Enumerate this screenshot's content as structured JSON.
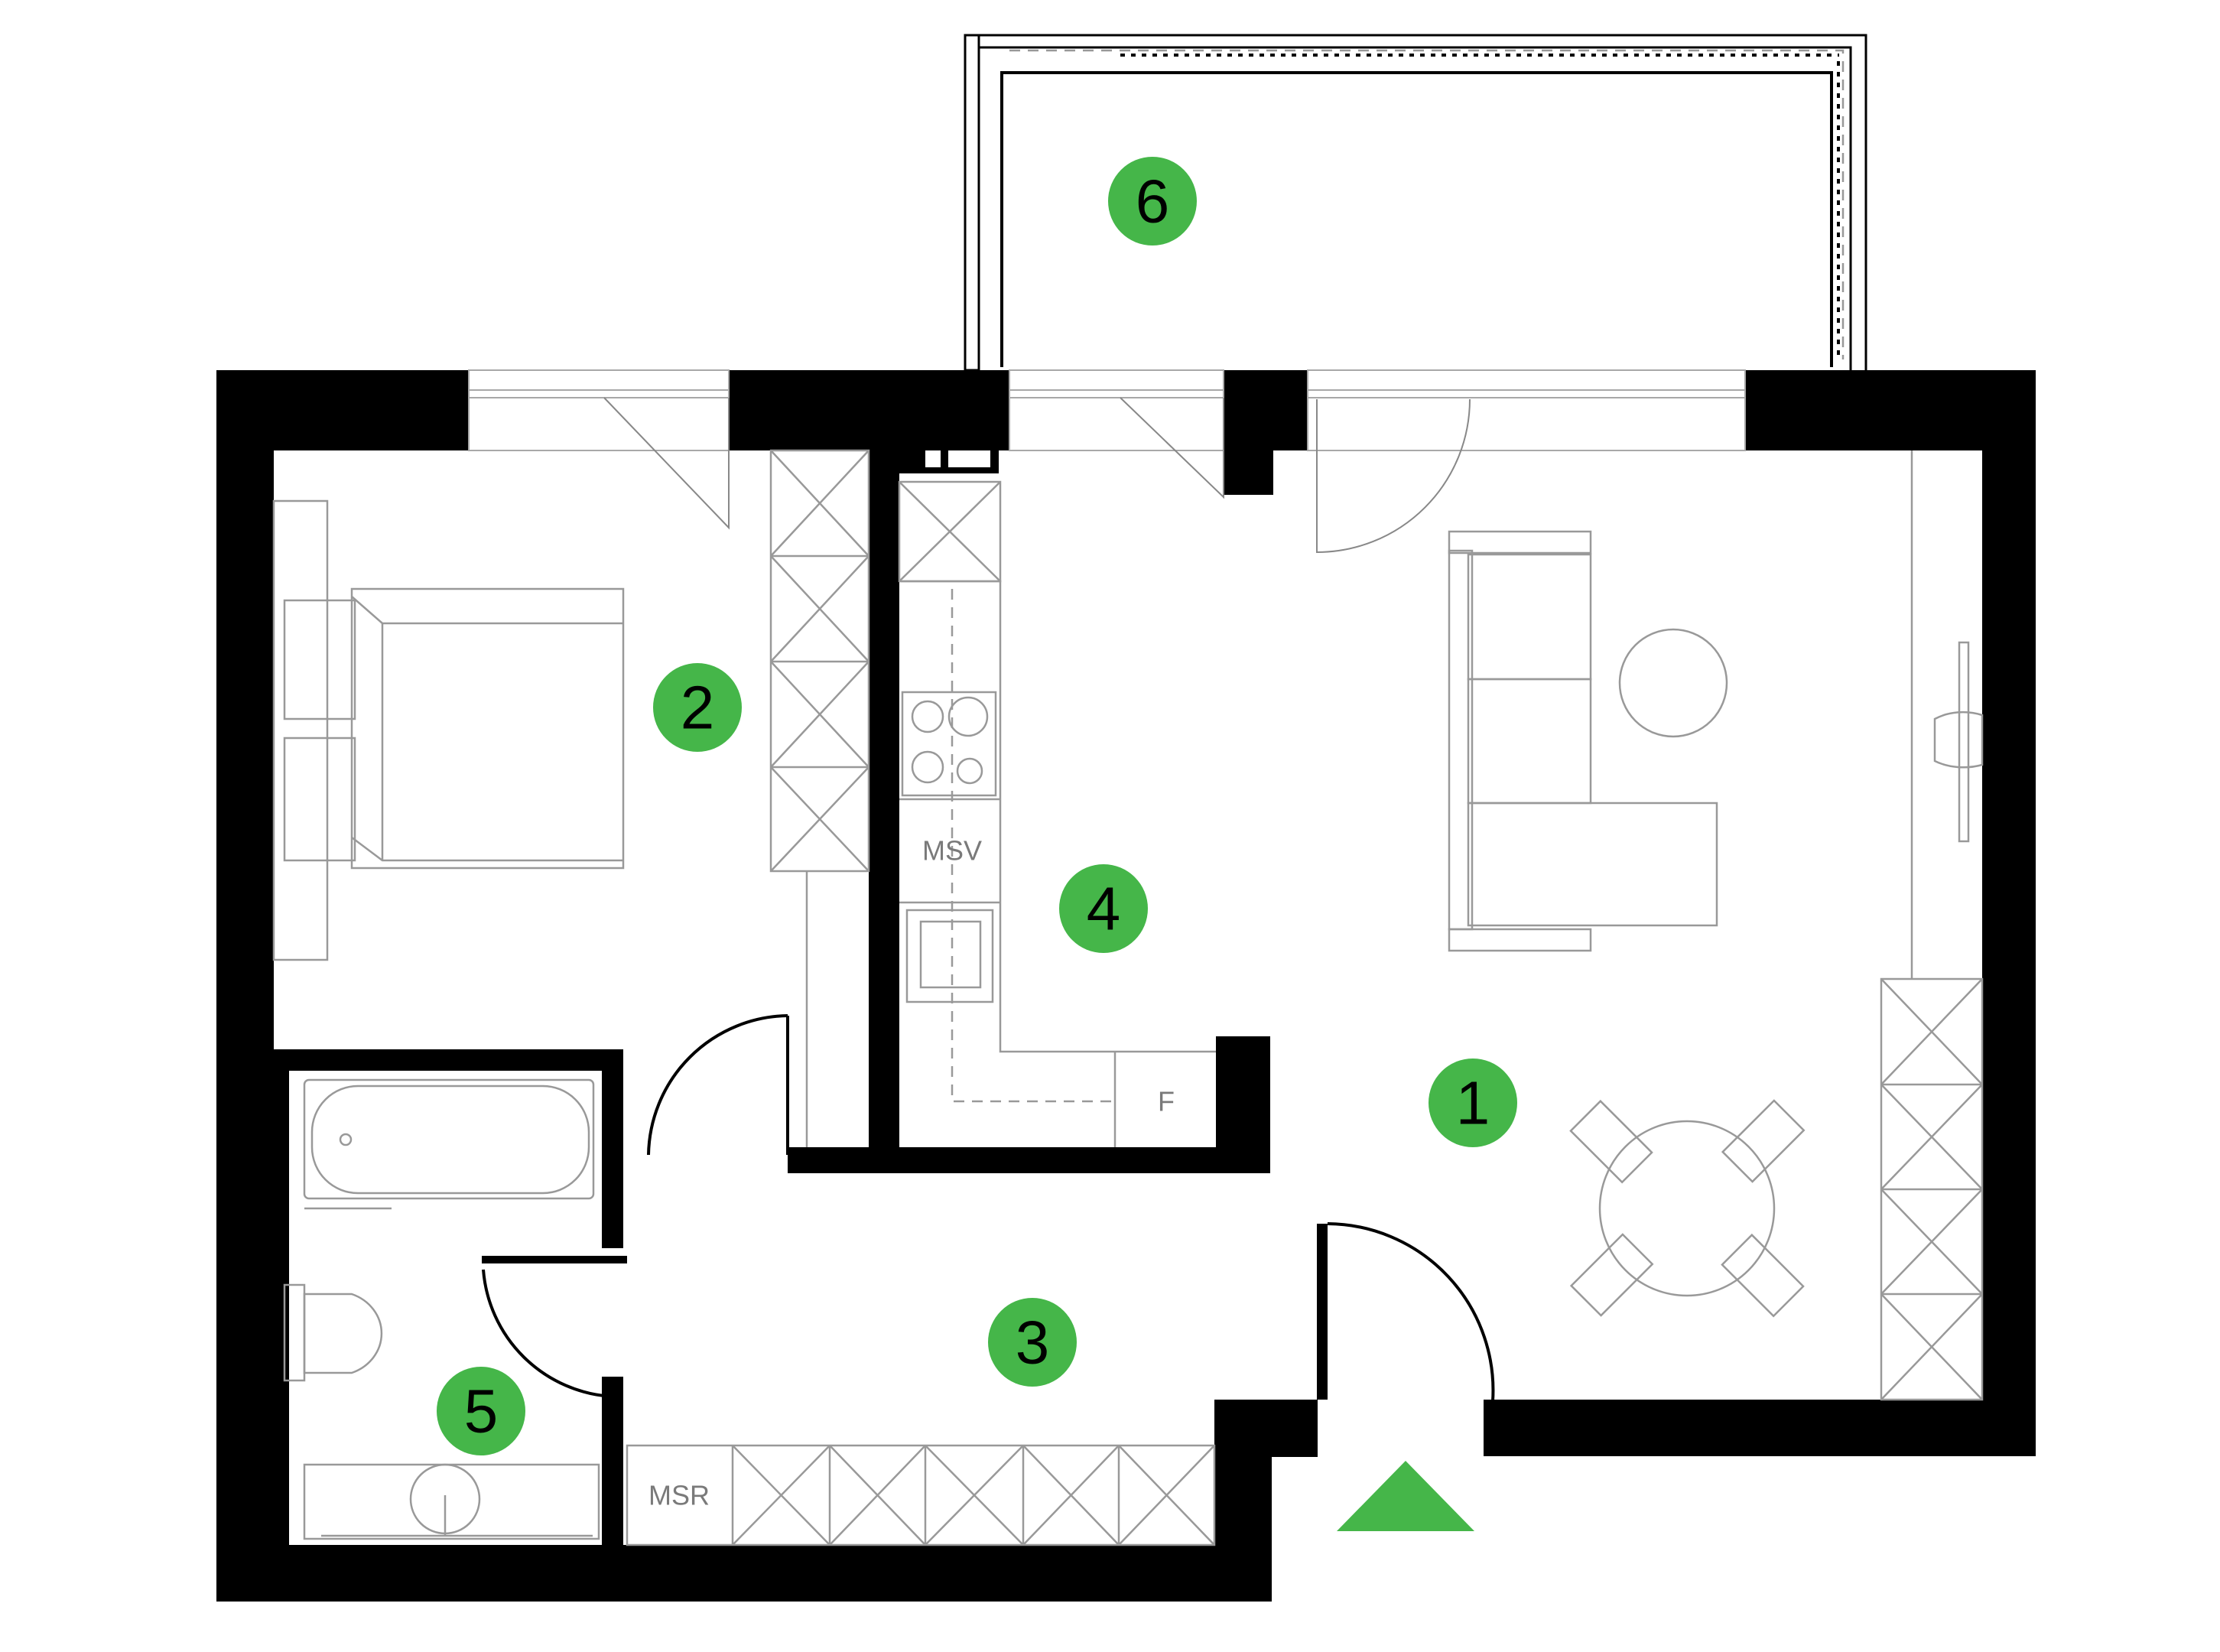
{
  "colors": {
    "badge": "#45b649",
    "wall": "#000000",
    "entry_marker": "#45b649"
  },
  "rooms": [
    {
      "number": "1"
    },
    {
      "number": "2"
    },
    {
      "number": "3"
    },
    {
      "number": "4"
    },
    {
      "number": "5"
    },
    {
      "number": "6"
    }
  ],
  "labels": {
    "msv": "MSV",
    "msr": "MSR",
    "fridge": "F"
  },
  "entrance": {
    "icon": "entrance-triangle-icon"
  }
}
